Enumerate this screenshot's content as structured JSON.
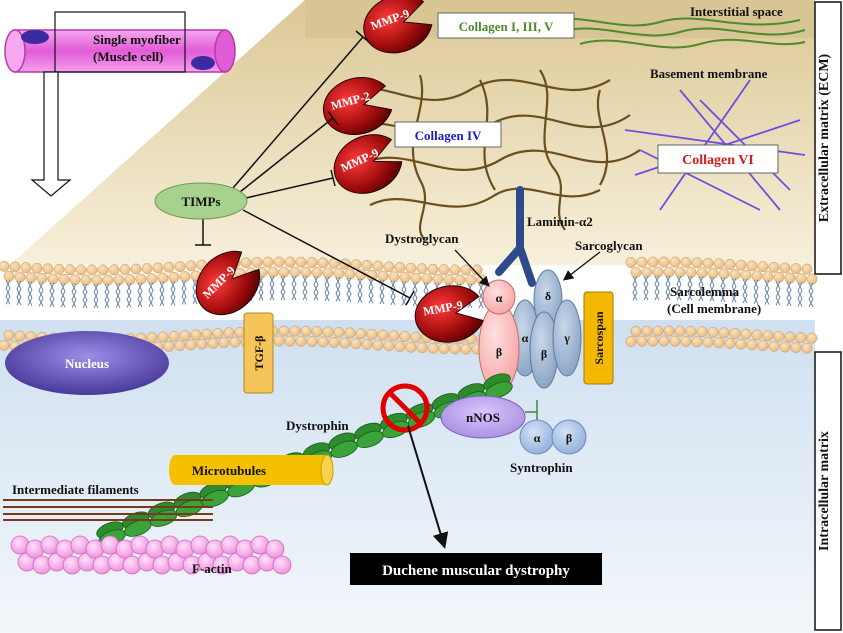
{
  "regions": {
    "ecm": "Extracellular matrix (ECM)",
    "intracellular": "Intracellular matrix"
  },
  "labels": {
    "single_myofiber": "Single myofiber",
    "muscle_cell": "(Muscle cell)",
    "interstitial_space": "Interstitial space",
    "basement_membrane": "Basement membrane",
    "collagen_1_3_5": "Collagen I, III, V",
    "collagen_4": "Collagen IV",
    "collagen_6": "Collagen VI",
    "timps": "TIMPs",
    "mmp9": "MMP-9",
    "mmp2": "MMP-2",
    "tgf_beta": "TGF-β",
    "laminin": "Laminin-α2",
    "dystroglycan": "Dystroglycan",
    "sarcoglycan": "Sarcoglycan",
    "sarcolemma": "Sarcolemma",
    "cell_membrane": "(Cell membrane)",
    "sarcospan": "Sarcospan",
    "nucleus": "Nucleus",
    "dystrophin": "Dystrophin",
    "nnos": "nNOS",
    "syntrophin": "Syntrophin",
    "microtubules": "Microtubules",
    "intermediate_filaments": "Intermediate filaments",
    "f_actin": "F-actin",
    "dmd": "Duchene muscular dystrophy",
    "alpha": "α",
    "beta": "β",
    "delta": "δ",
    "gamma": "γ"
  },
  "colors": {
    "mmp": "#8b0a0a",
    "collagen_fiber": "#6b4f1d",
    "collagen_6_fiber": "#6b4fe0",
    "collagen_1_text": "#4f8a2b",
    "collagen_4_text": "#1a1acc",
    "collagen_6_text": "#d81b1b",
    "timps": "#a9d18e",
    "dystrophin": "#2e8b2e",
    "f_actin": "#f7a8e8",
    "nucleus": "#4b3aa0",
    "laminin": "#2f4a8a",
    "sarcospan": "#f5b800",
    "dmd_box": "#000000"
  }
}
